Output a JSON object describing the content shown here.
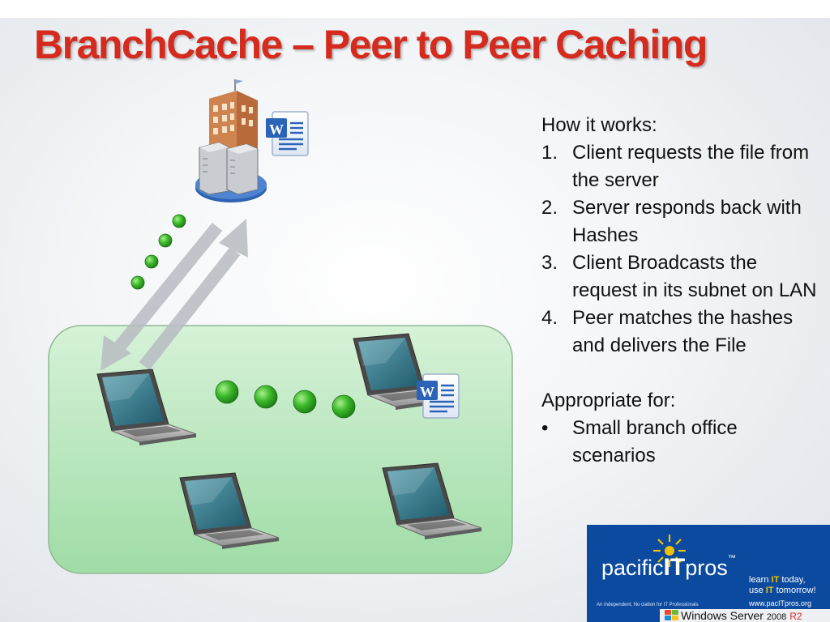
{
  "slide": {
    "title": "BranchCache – Peer to Peer Caching"
  },
  "how_it_works": {
    "heading": "How it works:",
    "steps": [
      {
        "num": "1.",
        "text": "Client requests the file from the server"
      },
      {
        "num": "2.",
        "text": "Server responds back with Hashes"
      },
      {
        "num": "3.",
        "text": "Client Broadcasts the request in its subnet on LAN"
      },
      {
        "num": "4.",
        "text": "Peer matches the hashes and delivers the File"
      }
    ]
  },
  "appropriate_for": {
    "heading": "Appropriate for:",
    "bullet": "•",
    "items": [
      "Small branch office scenarios"
    ]
  },
  "logo": {
    "brand_pre": "pacific",
    "brand_it": "IT",
    "brand_post": "pros",
    "trademark": "™",
    "tagline_1a": "learn ",
    "tagline_1b": "IT",
    "tagline_1c": " today,",
    "tagline_2a": "use ",
    "tagline_2b": "IT",
    "tagline_2c": " tomorrow!",
    "url": "www.pacITpros.org",
    "small_text": "An Independent, No    ciation for IT Professionals",
    "windows_server": "Windows Server",
    "ws_version": "2008",
    "ws_r2": "R2"
  },
  "icons": {
    "server": "server-building-icon",
    "document": "word-document-icon",
    "laptop": "laptop-icon",
    "transfer": "network-dot-icon",
    "arrow": "double-arrow-icon"
  },
  "colors": {
    "title": "#d52b1e",
    "lan_fill": "#b9e6bd",
    "dot_green": "#2faa1e",
    "logo_bg": "#0c4aa0"
  }
}
